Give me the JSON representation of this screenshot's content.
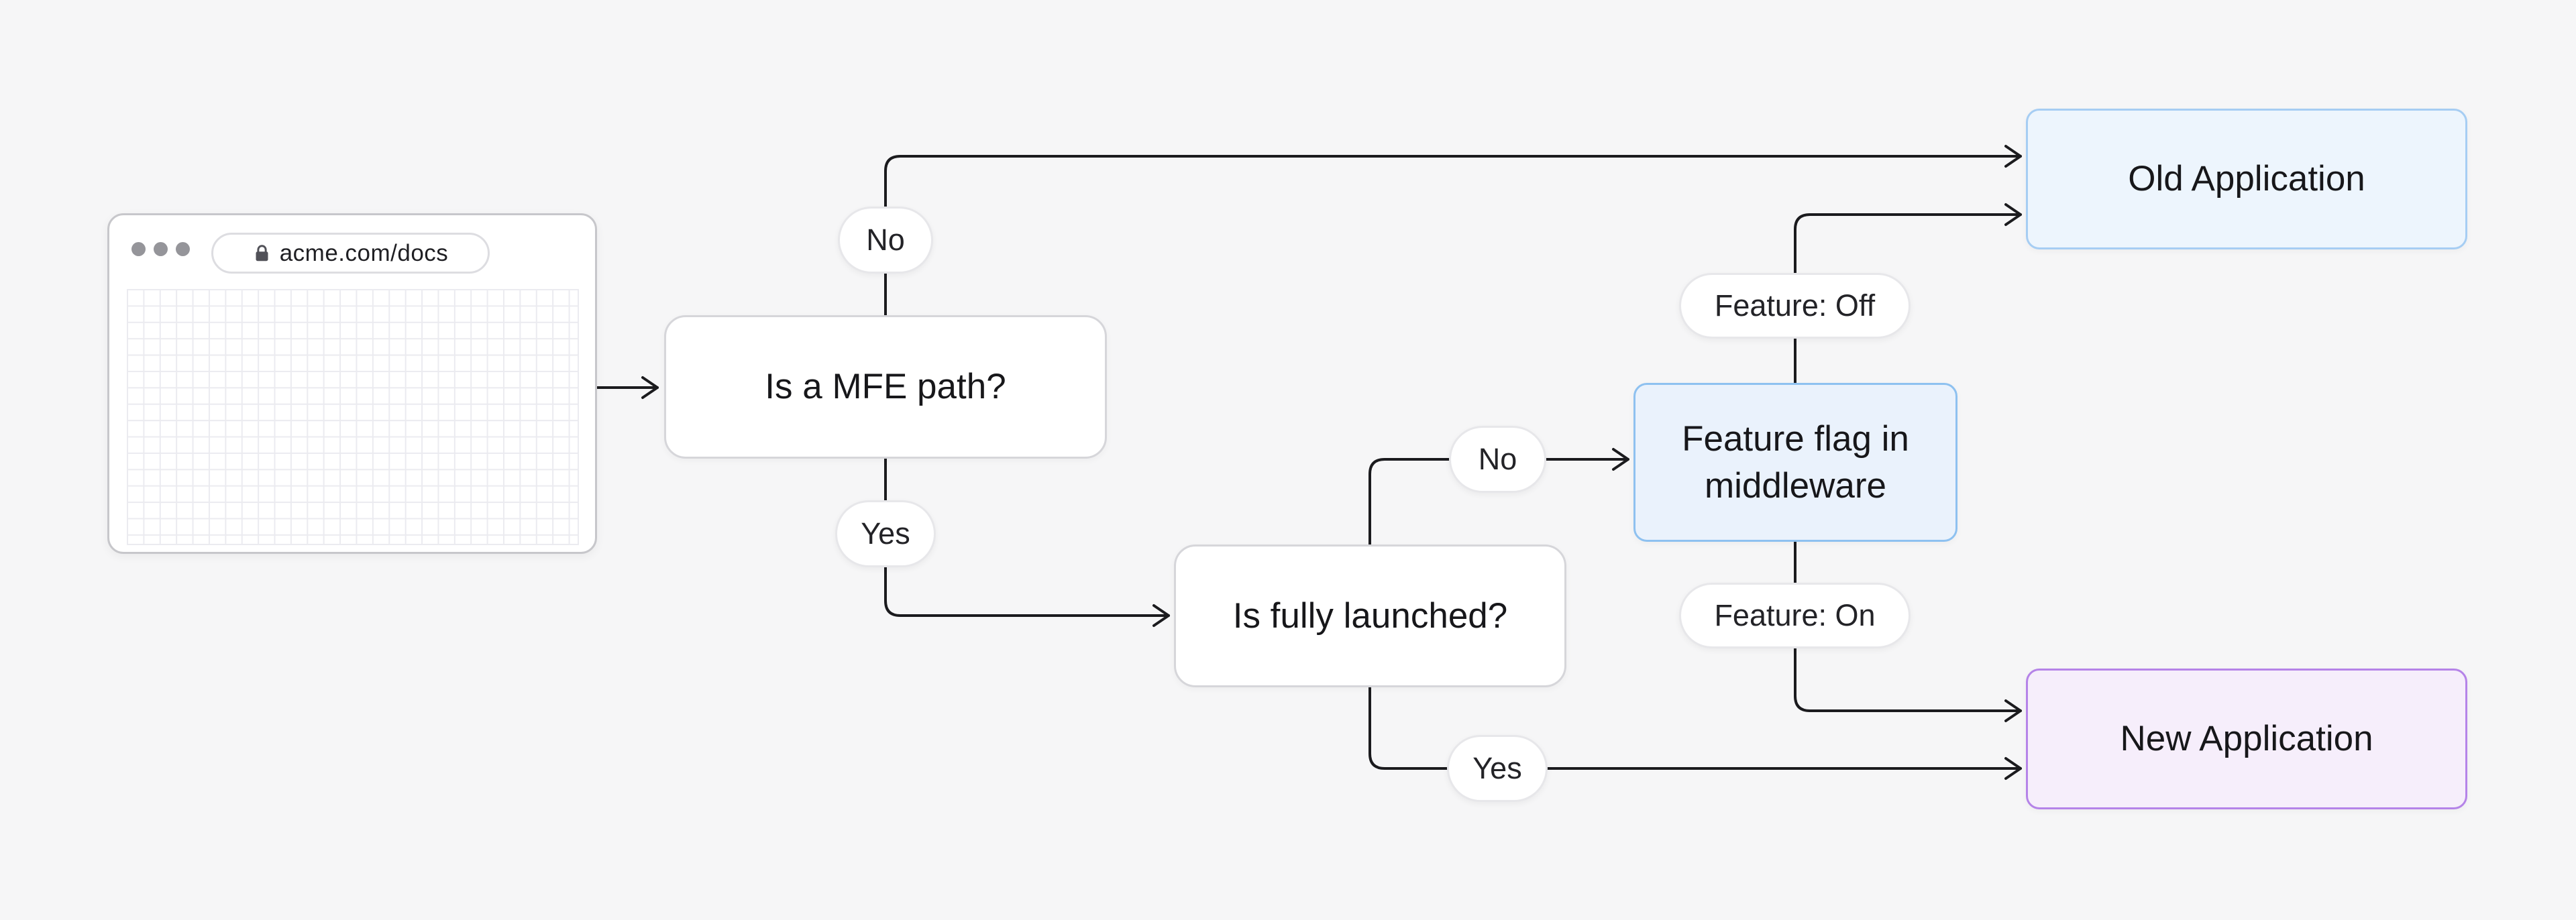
{
  "page": {
    "background": "#f6f6f7",
    "connector_color": "#1b1b1e"
  },
  "diagram": {
    "browser": {
      "url": "acme.com/docs",
      "window_dots": 3
    },
    "nodes": {
      "mfe_path": {
        "label": "Is a MFE path?",
        "fill": "#ffffff",
        "border": "#d6d6da"
      },
      "fully_launched": {
        "label": "Is fully launched?",
        "fill": "#ffffff",
        "border": "#d6d6da"
      },
      "feature_flag": {
        "label": "Feature flag in middleware",
        "fill": "#eaf2fc",
        "border": "#8ec1f0"
      },
      "old_application": {
        "label": "Old Application",
        "fill": "#edf5fd",
        "border": "#a6cdf3"
      },
      "new_application": {
        "label": "New Application",
        "fill": "#f6eefb",
        "border": "#b583e8"
      }
    },
    "edges": {
      "browser_to_mfe": {
        "from": "browser",
        "to": "mfe_path",
        "label": ""
      },
      "mfe_no": {
        "from": "mfe_path",
        "to": "old_application",
        "label": "No"
      },
      "mfe_yes": {
        "from": "mfe_path",
        "to": "fully_launched",
        "label": "Yes"
      },
      "launched_no": {
        "from": "fully_launched",
        "to": "feature_flag",
        "label": "No"
      },
      "launched_yes": {
        "from": "fully_launched",
        "to": "new_application",
        "label": "Yes"
      },
      "feature_off": {
        "from": "feature_flag",
        "to": "old_application",
        "label": "Feature: Off"
      },
      "feature_on": {
        "from": "feature_flag",
        "to": "new_application",
        "label": "Feature: On"
      }
    }
  }
}
